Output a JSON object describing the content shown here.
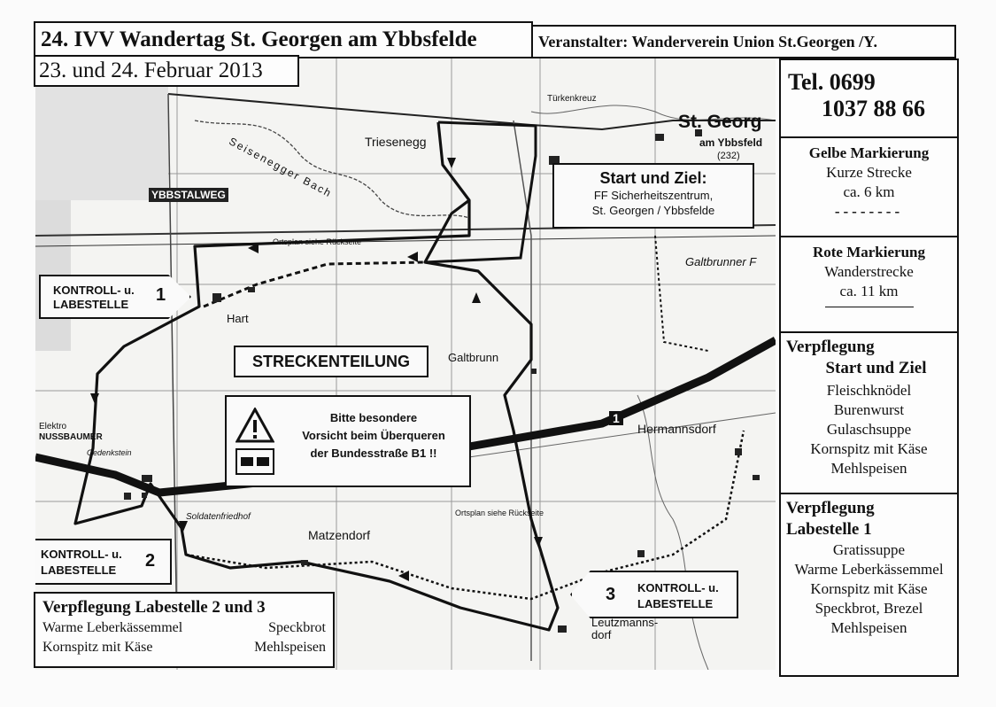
{
  "header": {
    "title": "24. IVV Wandertag  St. Georgen am Ybbsfelde",
    "organizer": "Veranstalter: Wanderverein Union St.Georgen /Y.",
    "date": "23. und 24. Februar 2013"
  },
  "sidebar": {
    "tel_label": "Tel. 0699",
    "tel_number": "1037 88 66",
    "yellow": {
      "title": "Gelbe Markierung",
      "line1": "Kurze Strecke",
      "line2": "ca. 6 km",
      "dashes": "--------"
    },
    "red": {
      "title": "Rote Markierung",
      "line1": "Wanderstrecke",
      "line2": "ca. 11 km"
    },
    "food_start": {
      "title": "Verpflegung",
      "subtitle": "Start und Ziel",
      "items": [
        "Fleischknödel",
        "Burenwurst",
        "Gulaschsuppe",
        "Kornspitz mit Käse",
        "Mehlspeisen"
      ]
    },
    "food_station1": {
      "title": "Verpflegung",
      "subtitle": "Labestelle 1",
      "items": [
        "Gratissuppe",
        "Warme Leberkässemmel",
        "Kornspitz mit Käse",
        "Speckbrot, Brezel",
        "Mehlspeisen"
      ]
    }
  },
  "station23": {
    "title": "Verpflegung Labestelle 2 und 3",
    "left": [
      "Warme Leberkässemmel",
      "Kornspitz mit Käse"
    ],
    "right": [
      "Speckbrot",
      "Mehlspeisen"
    ]
  },
  "map": {
    "places": {
      "st_georg": "St. Georg",
      "am_ybbsfeld": "am Ybbsfeld",
      "triesenegg": "Triesenegg",
      "hart": "Hart",
      "galtbrunn": "Galtbrunn",
      "hermannsdorf": "Hermannsdorf",
      "matzendorf": "Matzendorf",
      "leutzmannsdorf": "Leutzmanns-\ndorf",
      "seisenegger_bach": "Seisenegger Bach",
      "ybbstalweg": "YBBSTALWEG",
      "galtbrunner": "Galtbrunner F",
      "tuerkenkreuz": "Türkenkreuz",
      "soldatenfriedhof": "Soldatenfriedhof",
      "gedenkstein": "Gedenkstein",
      "elektro": "Elektro",
      "nussbaumer": "NUSSBAUMER",
      "ortsplan1": "Ortsplan siehe Rückseite",
      "ortsplan2": "Ortsplan siehe Rückseite",
      "route_number": "1",
      "road_code": "(232)"
    },
    "start": {
      "title": "Start und Ziel:",
      "line1": "FF Sicherheitszentrum,",
      "line2": "St. Georgen / Ybbsfelde"
    },
    "streckenteilung": "STRECKENTEILUNG",
    "warning": {
      "line1": "Bitte besondere",
      "line2": "Vorsicht beim Überqueren",
      "line3": "der Bundesstraße B1 !!"
    },
    "stations": [
      {
        "label": "KONTROLL- u.",
        "label2": "LABESTELLE",
        "number": "1"
      },
      {
        "label": "KONTROLL- u.",
        "label2": "LABESTELLE",
        "number": "2"
      },
      {
        "label": "KONTROLL- u.",
        "label2": "LABESTELLE",
        "number": "3"
      }
    ]
  }
}
